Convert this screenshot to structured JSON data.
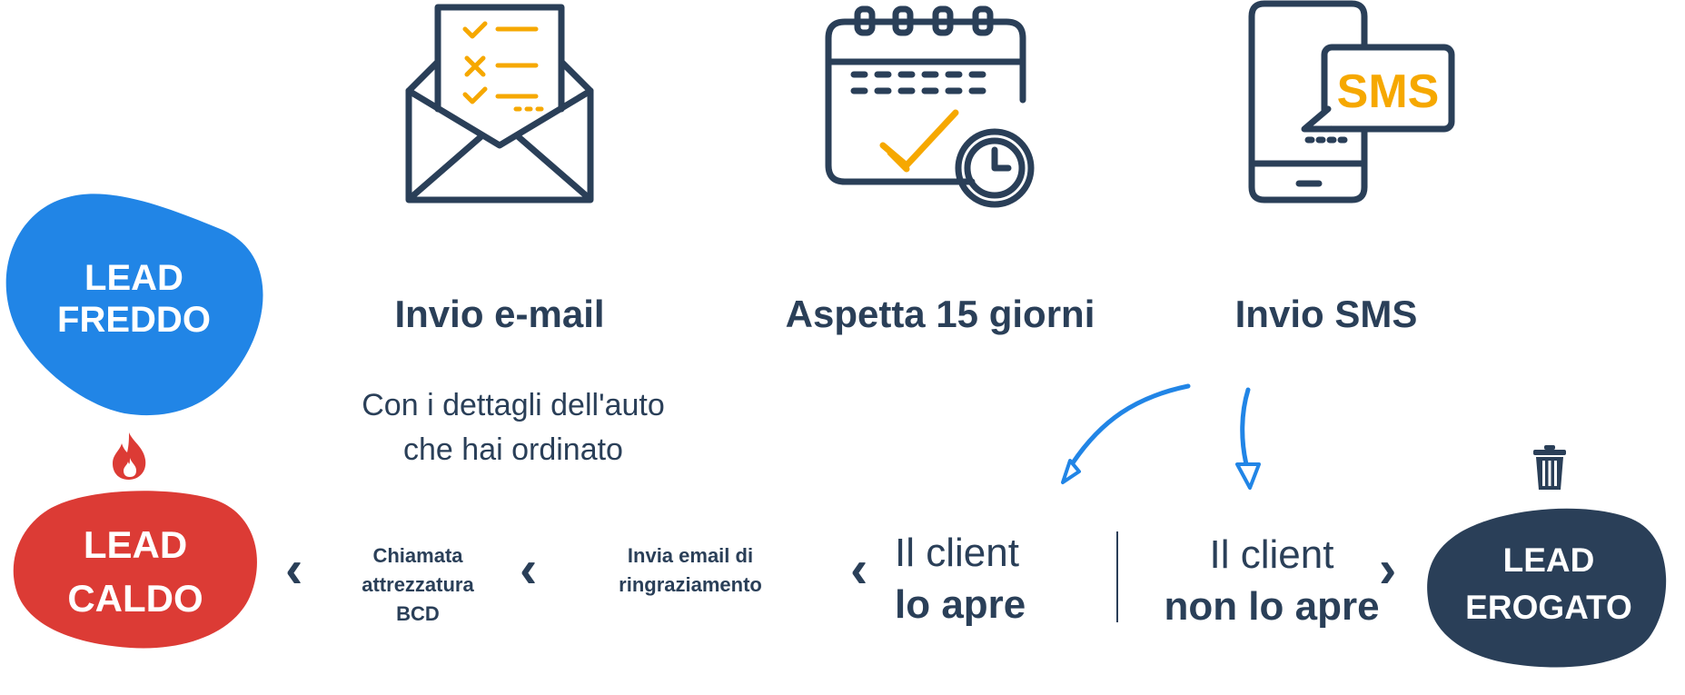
{
  "colors": {
    "navy": "#2a3f58",
    "blue": "#2185e6",
    "red": "#dc3b35",
    "orange": "#f6a800",
    "white": "#ffffff"
  },
  "icons": {
    "email": "open-envelope-checklist-icon",
    "calendar": "calendar-check-clock-icon",
    "sms": "phone-sms-bubble-icon",
    "fire": "fire-icon",
    "trash": "trash-icon"
  },
  "sms_icon_text": "SMS",
  "leads": {
    "cold": {
      "line1": "LEAD",
      "line2": "FREDDO"
    },
    "hot": {
      "line1": "LEAD",
      "line2": "CALDO"
    },
    "delivered": {
      "line1": "LEAD",
      "line2": "EROGATO"
    }
  },
  "steps": {
    "email": {
      "title": "Invio e-mail",
      "subtitle_line1": "Con i dettagli dell'auto",
      "subtitle_line2": "che hai ordinato"
    },
    "wait": {
      "title": "Aspetta 15 giorni"
    },
    "sms": {
      "title": "Invio SMS"
    }
  },
  "actions": {
    "call": {
      "line1": "Chiamata",
      "line2": "attrezzatura",
      "line3": "BCD"
    },
    "thanks": {
      "line1": "Invia email di",
      "line2": "ringraziamento"
    }
  },
  "outcomes": {
    "opens": {
      "line1": "Il client",
      "line2": "lo apre"
    },
    "not_opens": {
      "line1": "Il client",
      "line2": "non lo apre"
    }
  },
  "chevrons": {
    "left": "‹",
    "right": "›"
  }
}
